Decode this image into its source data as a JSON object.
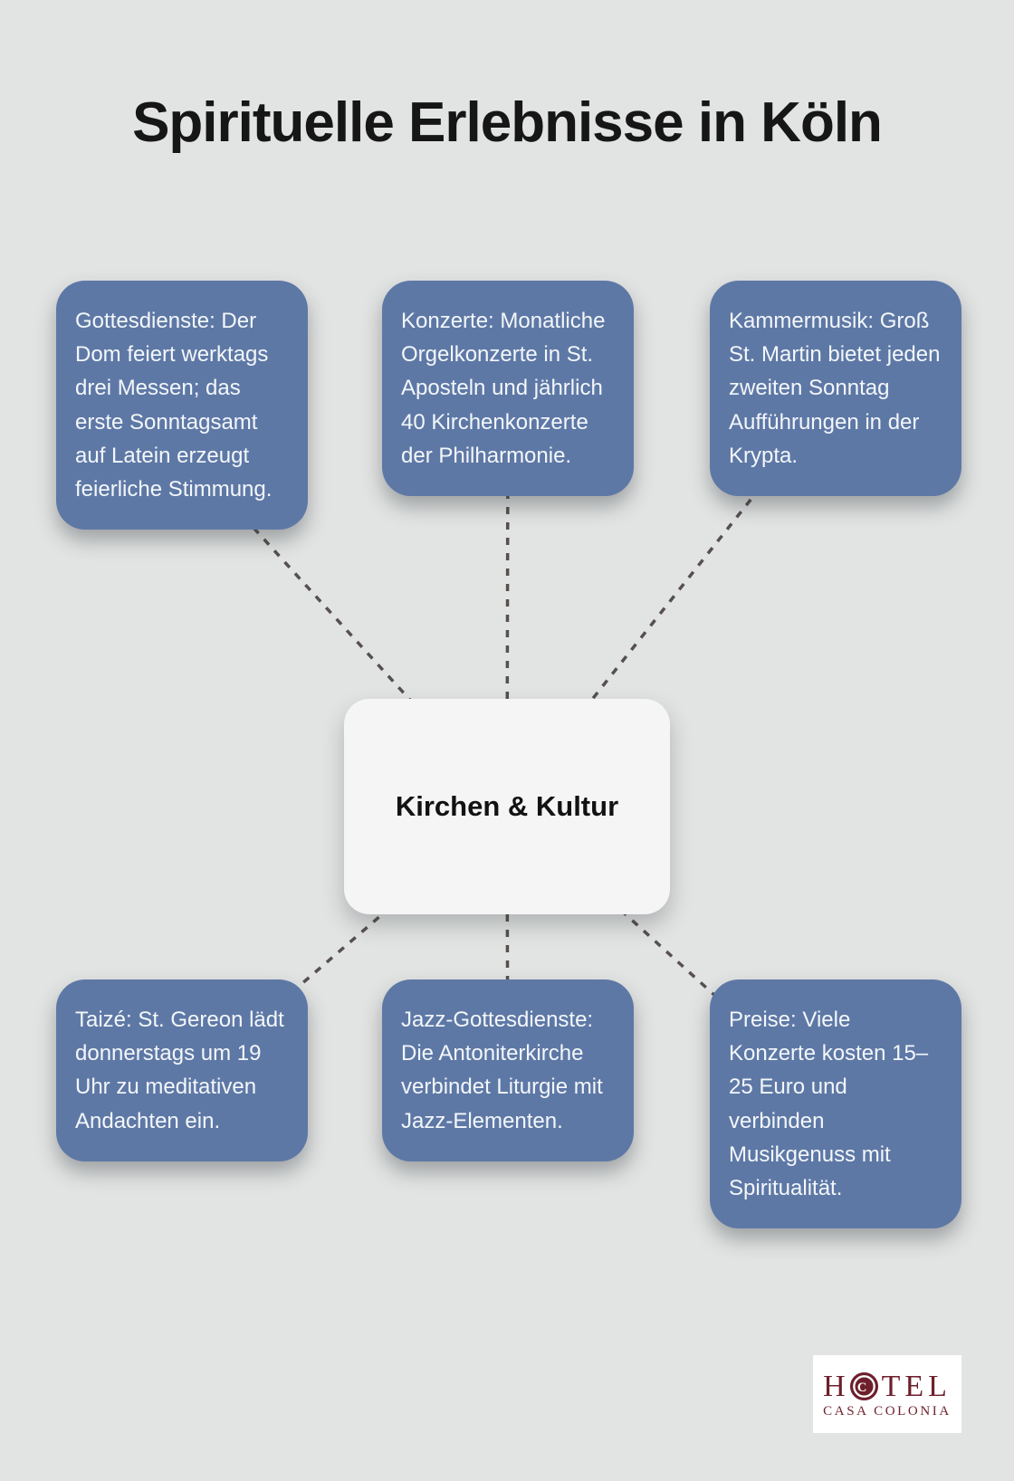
{
  "title": "Spirituelle Erlebnisse in Köln",
  "center": {
    "label": "Kirchen & Kultur"
  },
  "nodes": [
    {
      "id": "gottesdienste",
      "position": "top-left",
      "text": "Gottesdienste: Der Dom feiert werktags drei Messen; das erste Sonntagsamt auf Latein erzeugt feierliche Stimmung."
    },
    {
      "id": "konzerte",
      "position": "top-middle",
      "text": "Konzerte: Monatliche Orgelkonzerte in St. Aposteln und jährlich 40 Kirchenkonzerte der Philharmonie."
    },
    {
      "id": "kammermusik",
      "position": "top-right",
      "text": "Kammermusik: Groß St. Martin bietet jeden zweiten Sonntag Aufführungen in der Krypta."
    },
    {
      "id": "taize",
      "position": "bottom-left",
      "text": "Taizé: St. Gereon lädt donnerstags um 19 Uhr zu meditativen Andachten ein."
    },
    {
      "id": "jazz-gottesdienste",
      "position": "bottom-middle",
      "text": "Jazz-Gottesdienste: Die Antoniterkirche verbindet Liturgie mit Jazz-Elementen."
    },
    {
      "id": "preise",
      "position": "bottom-right",
      "text": "Preise: Viele Konzerte kosten 15–25 Euro und verbinden Musikgenuss mit Spiritualität."
    }
  ],
  "logo": {
    "word_start": "H",
    "word_end": "TEL",
    "emblem_letter": "C",
    "subtitle": "CASA COLONIA"
  },
  "colors": {
    "background": "#e2e4e3",
    "node_blue": "#5e78a6",
    "node_text": "#f3f7f9",
    "center_bg": "#f4f5f4",
    "connector_gray": "#56504e",
    "logo_maroon": "#6e1f2c",
    "title_black": "#161616"
  }
}
